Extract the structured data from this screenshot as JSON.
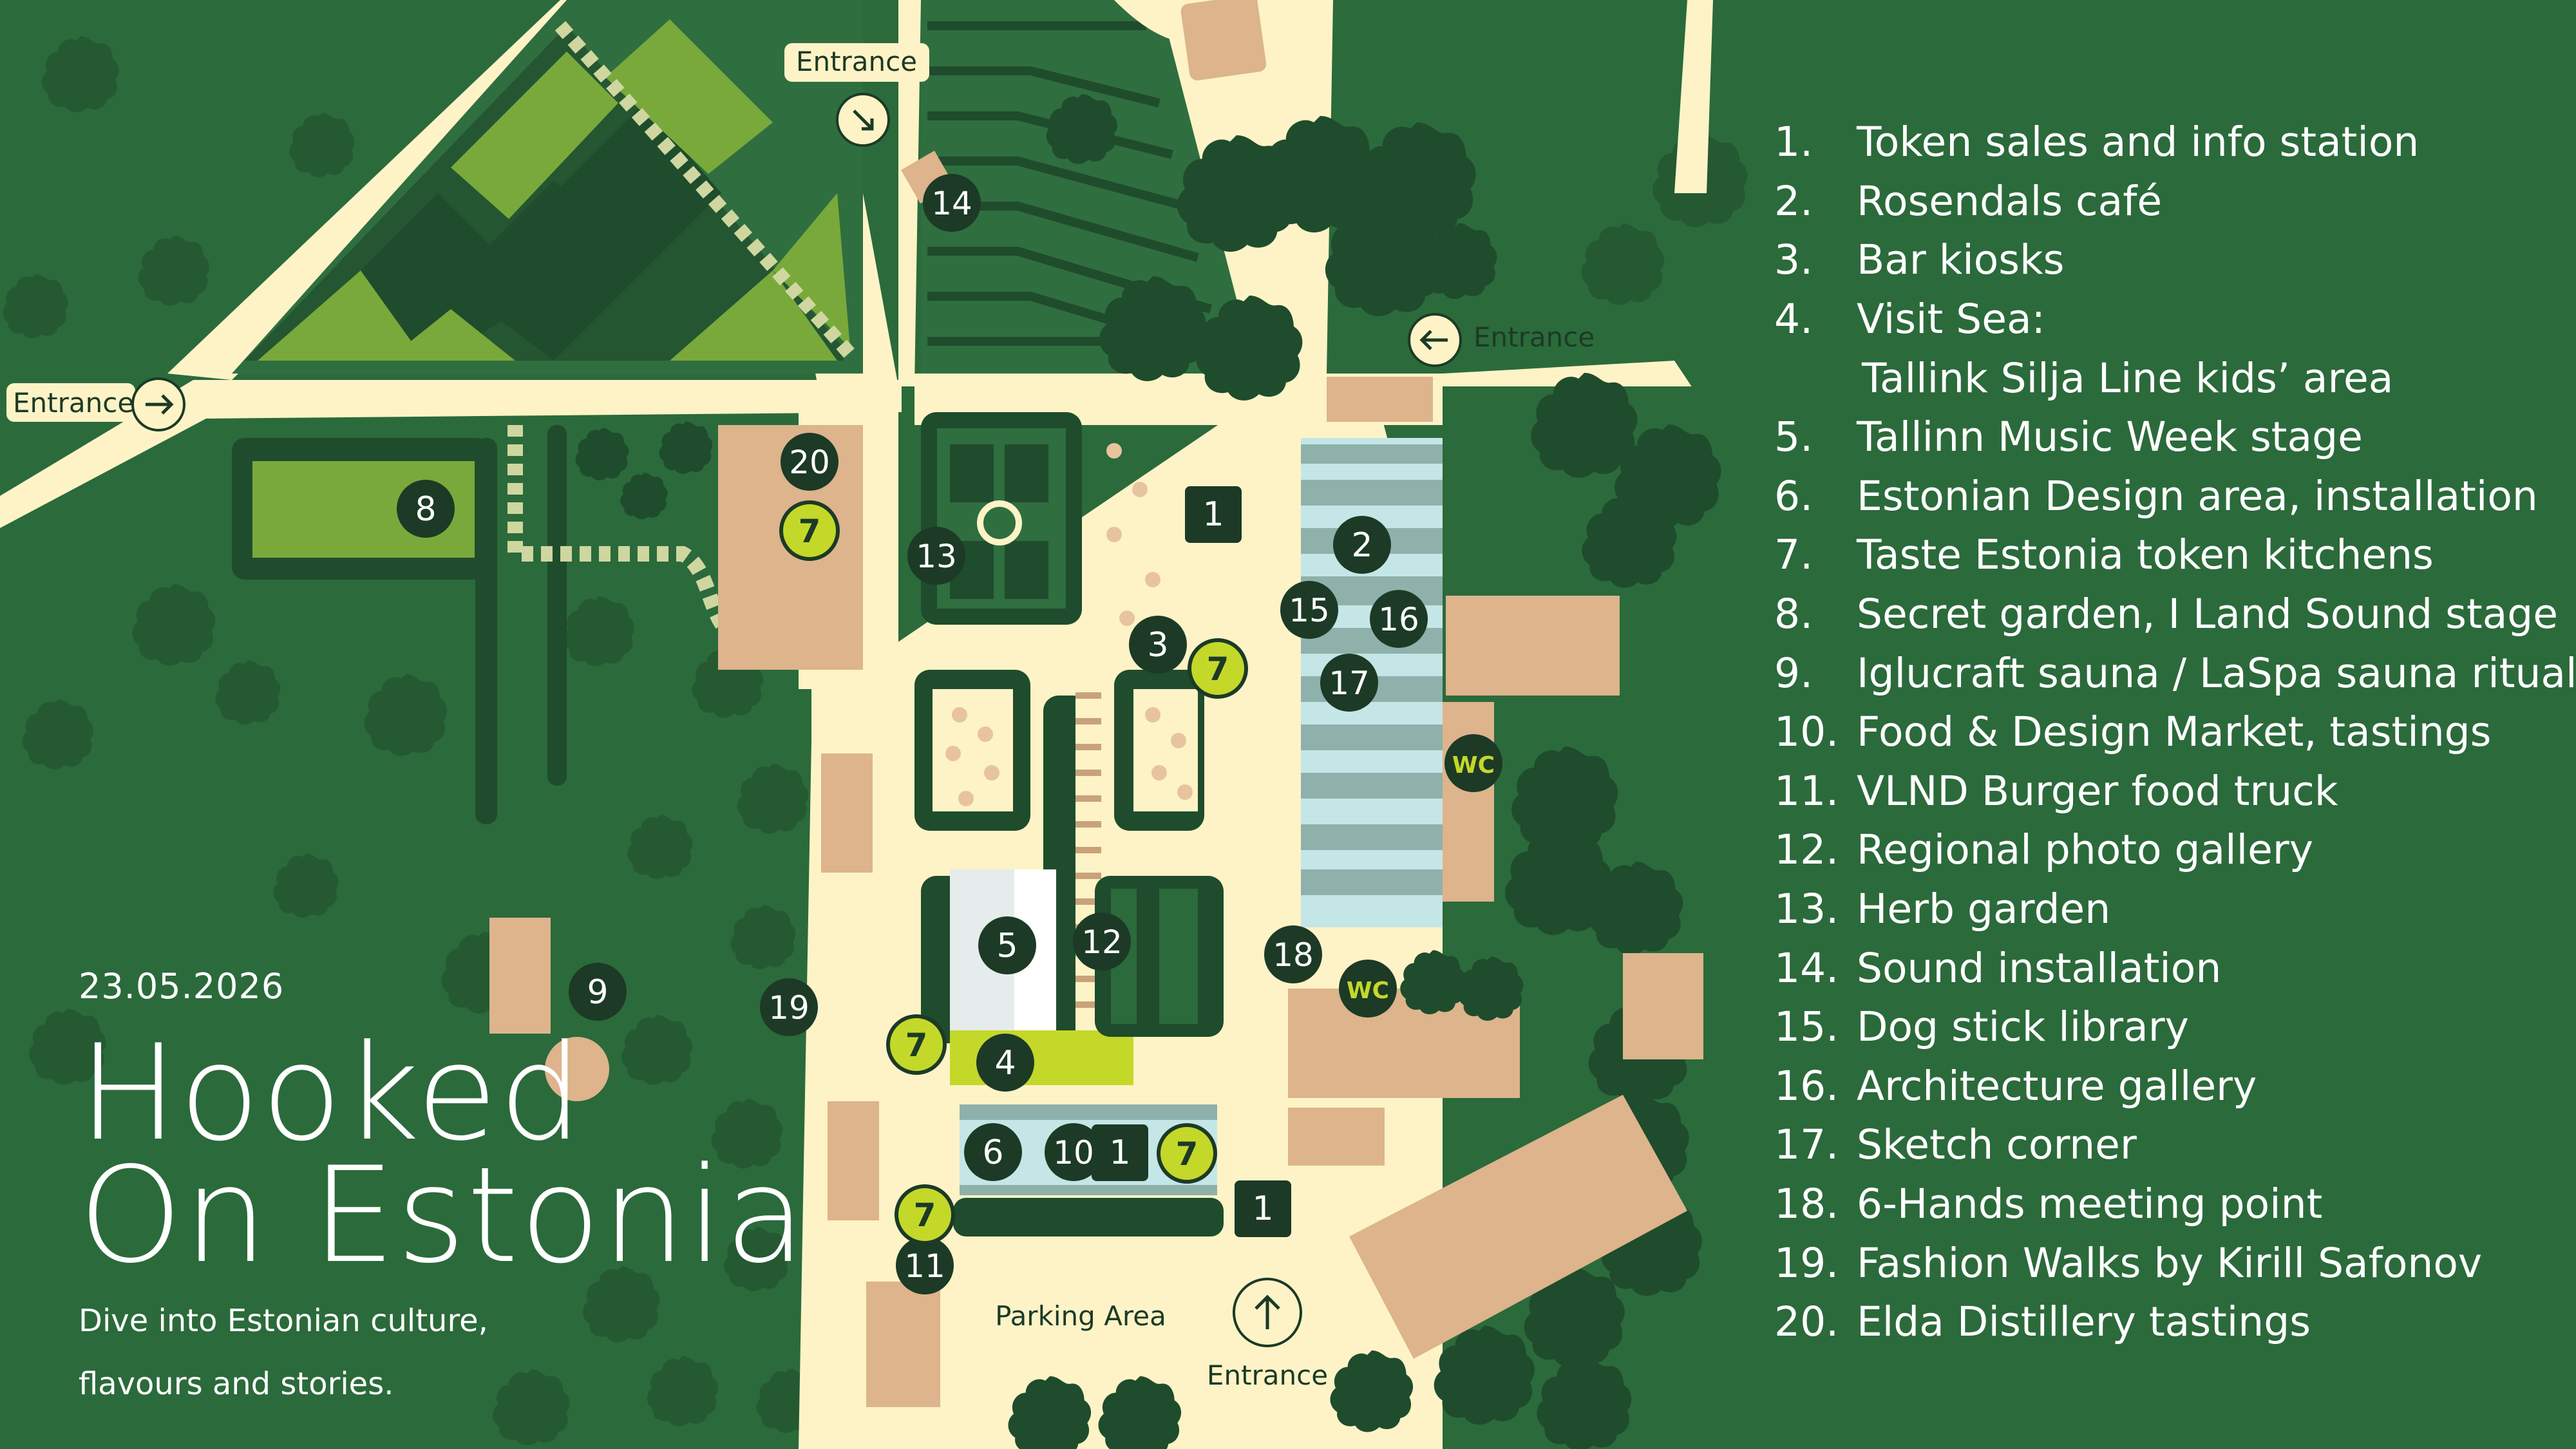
{
  "event": {
    "date": "23.05.2026",
    "title_line1": "Hooked",
    "title_line2": "On Estonia",
    "subtitle_line1": "Dive into Estonian culture,",
    "subtitle_line2": "flavours and stories."
  },
  "map_labels": {
    "entrance_top": "Entrance",
    "entrance_left": "Entrance",
    "entrance_right": "Entrance",
    "entrance_bottom": "Entrance",
    "parking": "Parking Area",
    "wc": "WC",
    "seven": "7"
  },
  "markers": [
    "1",
    "2",
    "3",
    "4",
    "5",
    "6",
    "8",
    "9",
    "10",
    "11",
    "12",
    "13",
    "14",
    "15",
    "16",
    "17",
    "18",
    "19",
    "20"
  ],
  "legend": [
    {
      "num": "1.",
      "label": "Token sales and info station"
    },
    {
      "num": "2.",
      "label": "Rosendals café"
    },
    {
      "num": "3.",
      "label": "Bar kiosks"
    },
    {
      "num": "4.",
      "label": "Visit Sea:"
    },
    {
      "num": "",
      "label": "Tallink Silja Line kids’ area"
    },
    {
      "num": "5.",
      "label": "Tallinn Music Week stage"
    },
    {
      "num": "6.",
      "label": "Estonian Design area, installation"
    },
    {
      "num": "7.",
      "label": "Taste Estonia token kitchens"
    },
    {
      "num": "8.",
      "label": "Secret garden, I Land Sound stage"
    },
    {
      "num": "9.",
      "label": "Iglucraft sauna / LaSpa sauna rituals"
    },
    {
      "num": "10.",
      "label": "Food & Design Market, tastings"
    },
    {
      "num": "11.",
      "label": "VLND Burger food truck"
    },
    {
      "num": "12.",
      "label": "Regional photo gallery"
    },
    {
      "num": "13.",
      "label": "Herb garden"
    },
    {
      "num": "14.",
      "label": "Sound installation"
    },
    {
      "num": "15.",
      "label": "Dog stick library"
    },
    {
      "num": "16.",
      "label": "Architecture gallery"
    },
    {
      "num": "17.",
      "label": "Sketch corner"
    },
    {
      "num": "18.",
      "label": "6-Hands meeting point"
    },
    {
      "num": "19.",
      "label": "Fashion Walks by Kirill Safonov"
    },
    {
      "num": "20.",
      "label": "Elda Distillery tastings"
    }
  ],
  "colors": {
    "background": "#2b6a3b",
    "path": "#fdf3c6",
    "tree_dark": "#1f4c2c",
    "tree_mid": "#2f6e3f",
    "lawn_light": "#79a93b",
    "building": "#ddb48c",
    "marker_dark": "#1c3a26",
    "marker_lime": "#c4d82a",
    "glass": "#c5e6e6",
    "stripe": "#8fb1ab",
    "white": "#ffffff"
  }
}
